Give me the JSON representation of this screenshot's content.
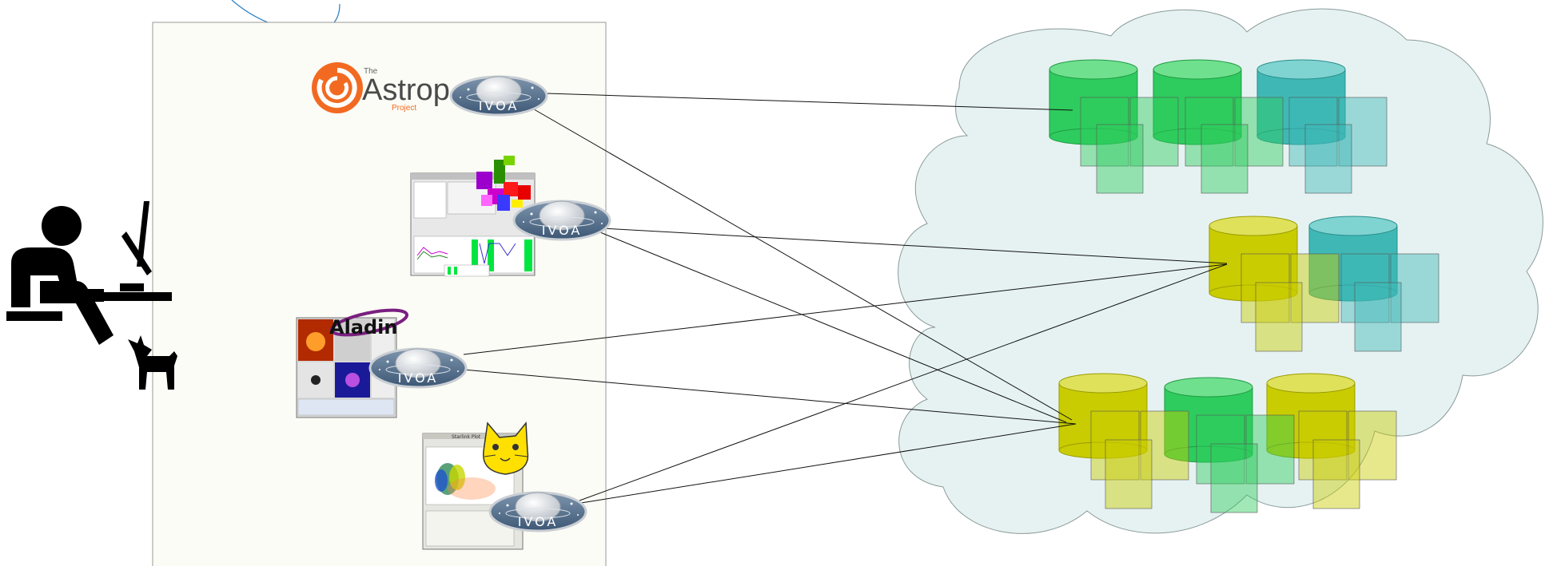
{
  "app_logos": {
    "astropy_the": "The",
    "astropy_name": "Astrop",
    "astropy_project": "Project",
    "aladin_name": "Aladin",
    "topcat_title": "Starlink Plot"
  },
  "ivoa_label": "IVOA",
  "colors": {
    "panel": "#fbfcf5",
    "cloud": "#e6f2f2",
    "green_db": "#2ecc5e",
    "yellow_db": "#c9cc00",
    "teal_db": "#3fb8b5",
    "line": "#111111"
  },
  "icons": [
    "desk-user-icon",
    "dog-icon",
    "database-icon",
    "cloud-icon",
    "ivoa-saucer-icon"
  ]
}
